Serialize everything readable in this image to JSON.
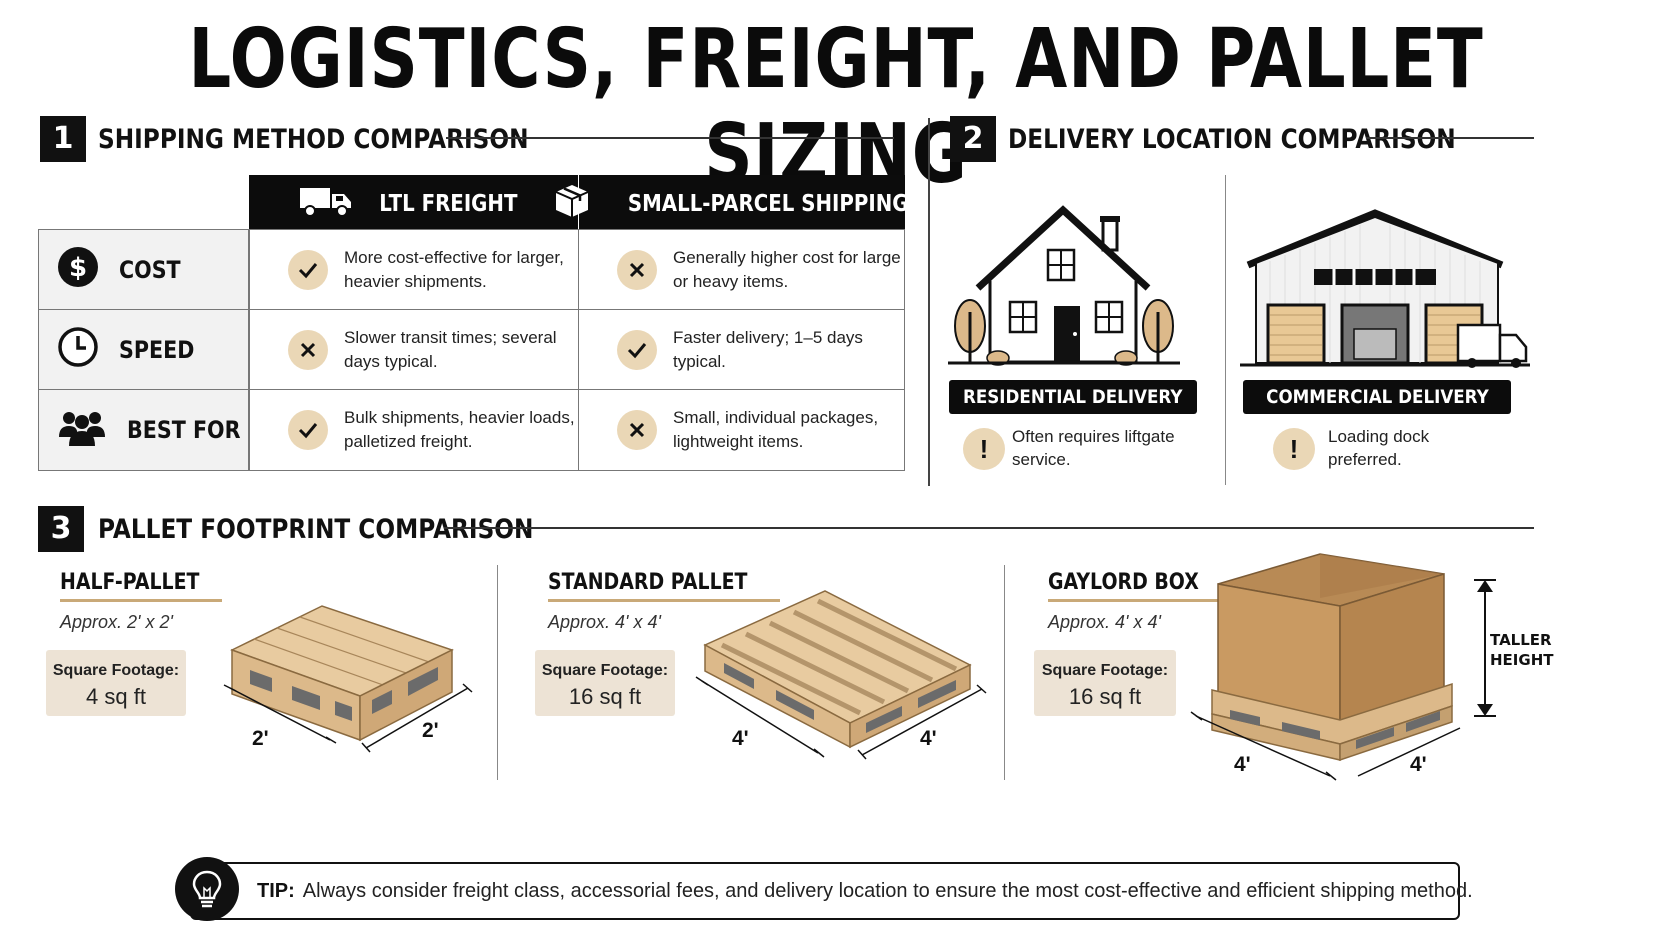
{
  "title": "LOGISTICS, FREIGHT, AND PALLET SIZING",
  "sections": {
    "shipping": {
      "number": "1",
      "title": "SHIPPING METHOD COMPARISON"
    },
    "delivery": {
      "number": "2",
      "title": "DELIVERY LOCATION COMPARISON"
    },
    "pallet": {
      "number": "3",
      "title": "PALLET FOOTPRINT COMPARISON"
    }
  },
  "table": {
    "columns": [
      {
        "label": "LTL FREIGHT",
        "icon": "truck-icon"
      },
      {
        "label": "SMALL-PARCEL SHIPPING",
        "icon": "parcel-box-icon"
      }
    ],
    "rows": [
      {
        "label": "COST",
        "icon": "dollar-icon",
        "ltl": {
          "mark": "check",
          "text": "More cost-effective for larger, heavier shipments."
        },
        "parcel": {
          "mark": "cross",
          "text": "Generally higher cost for large or heavy items."
        }
      },
      {
        "label": "SPEED",
        "icon": "clock-icon",
        "ltl": {
          "mark": "cross",
          "text": "Slower transit times; several days typical."
        },
        "parcel": {
          "mark": "check",
          "text": "Faster delivery; 1–5 days typical."
        }
      },
      {
        "label": "BEST FOR",
        "icon": "people-icon",
        "ltl": {
          "mark": "check",
          "text": "Bulk shipments, heavier loads, palletized freight."
        },
        "parcel": {
          "mark": "cross",
          "text": "Small, individual packages, lightweight items."
        }
      }
    ]
  },
  "delivery": {
    "residential": {
      "label": "RESIDENTIAL DELIVERY",
      "note": "Often requires liftgate service.",
      "icon": "house-icon"
    },
    "commercial": {
      "label": "COMMERCIAL DELIVERY",
      "note": "Loading dock preferred.",
      "icon": "warehouse-icon"
    },
    "warn_symbol": "!"
  },
  "pallets": [
    {
      "name": "HALF-PALLET",
      "size": "Approx. 2' x 2'",
      "sqft_label": "Square Footage:",
      "sqft_value": "4 sq ft",
      "dims": [
        "2'",
        "2'"
      ]
    },
    {
      "name": "STANDARD PALLET",
      "size": "Approx. 4' x 4'",
      "sqft_label": "Square Footage:",
      "sqft_value": "16 sq ft",
      "dims": [
        "4'",
        "4'"
      ]
    },
    {
      "name": "GAYLORD BOX",
      "size": "Approx. 4' x 4'",
      "sqft_label": "Square Footage:",
      "sqft_value": "16 sq ft",
      "dims": [
        "4'",
        "4'"
      ],
      "height_label": "TALLER HEIGHT"
    }
  ],
  "tip": {
    "label": "TIP:",
    "text": "Always consider freight class, accessorial fees, and delivery location to ensure the most cost-effective and efficient shipping method."
  },
  "colors": {
    "accent_tan": "#ead7b6",
    "wood": "#dcb98a",
    "cardboard": "#c99a62",
    "dark": "#0c0c0c"
  }
}
